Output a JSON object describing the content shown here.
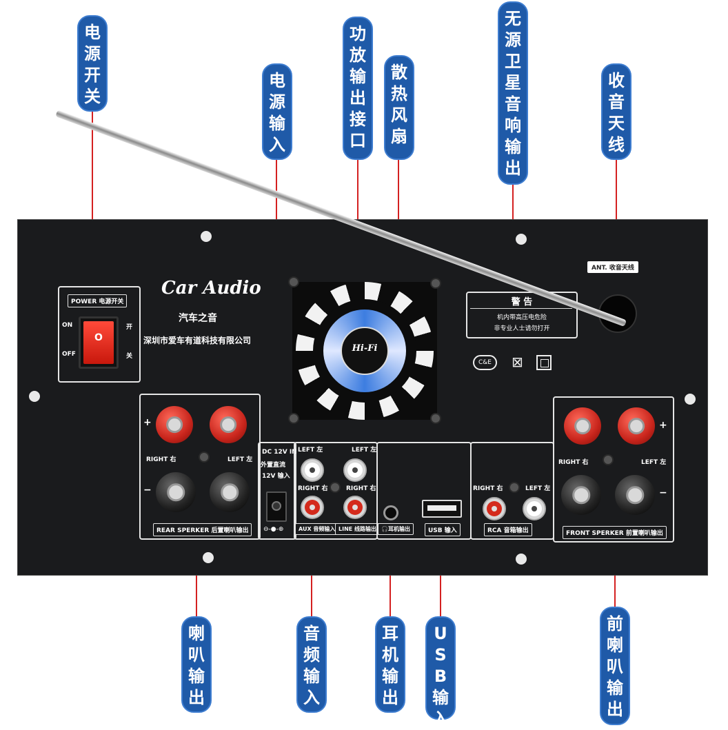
{
  "callouts": {
    "power_switch": "电\n源\n开\n关",
    "power_input": "电\n源\n输\n入",
    "amp_output": "功\n放\n输\n出\n接\n口",
    "cooling_fan": "散\n热\n风\n扇",
    "passive_satellite": "无\n源\n卫\n星\n音\n响\n输\n出",
    "radio_antenna": "收\n音\n天\n线",
    "speaker_output": "喇\n叭\n输\n出",
    "audio_input": "音\n频\n输\n入",
    "headphone": "耳\n机\n输\n出",
    "usb_input": "U\nS\nB\n输\n入",
    "front_speaker": "前\n喇\n叭\n输\n出"
  },
  "panel": {
    "brand": "Car Audio",
    "brand_cn": "汽车之音",
    "company": "深圳市爱车有道科技有限公司",
    "power_box_label": "POWER 电源开关",
    "on": "ON",
    "off": "OFF",
    "kai": "开",
    "guan": "关",
    "switch_mark": "O",
    "fan_logo": "Hi-Fi",
    "warning_title": "警 告",
    "warning_line1": "机内带高压电危险",
    "warning_line2": "非专业人士请勿打开",
    "antenna_label": "ANT. 收音天线",
    "rear_label": "REAR SPERKER 后置喇叭输出",
    "front_label": "FRONT SPERKER 前置喇叭输出",
    "right_cn": "RIGHT 右",
    "left_cn": "LEFT 左",
    "plus": "+",
    "minus": "−",
    "dc_line1": "DC 12V IN",
    "dc_line2": "外置直流",
    "dc_line3": "12V 输入",
    "aux_label": "AUX 音频输入",
    "line_label": "LINE 线路输出",
    "left_top": "LEFT 左",
    "right_top": "RIGHT 右",
    "headphone_label": "耳机输出",
    "usb_label": "USB 输入",
    "rca_label": "RCA 音箱输出",
    "ce_mark": "C&E"
  },
  "colors": {
    "callout_bg": "#1f5aa8",
    "leader": "#d42020",
    "panel": "#1a1b1d"
  }
}
